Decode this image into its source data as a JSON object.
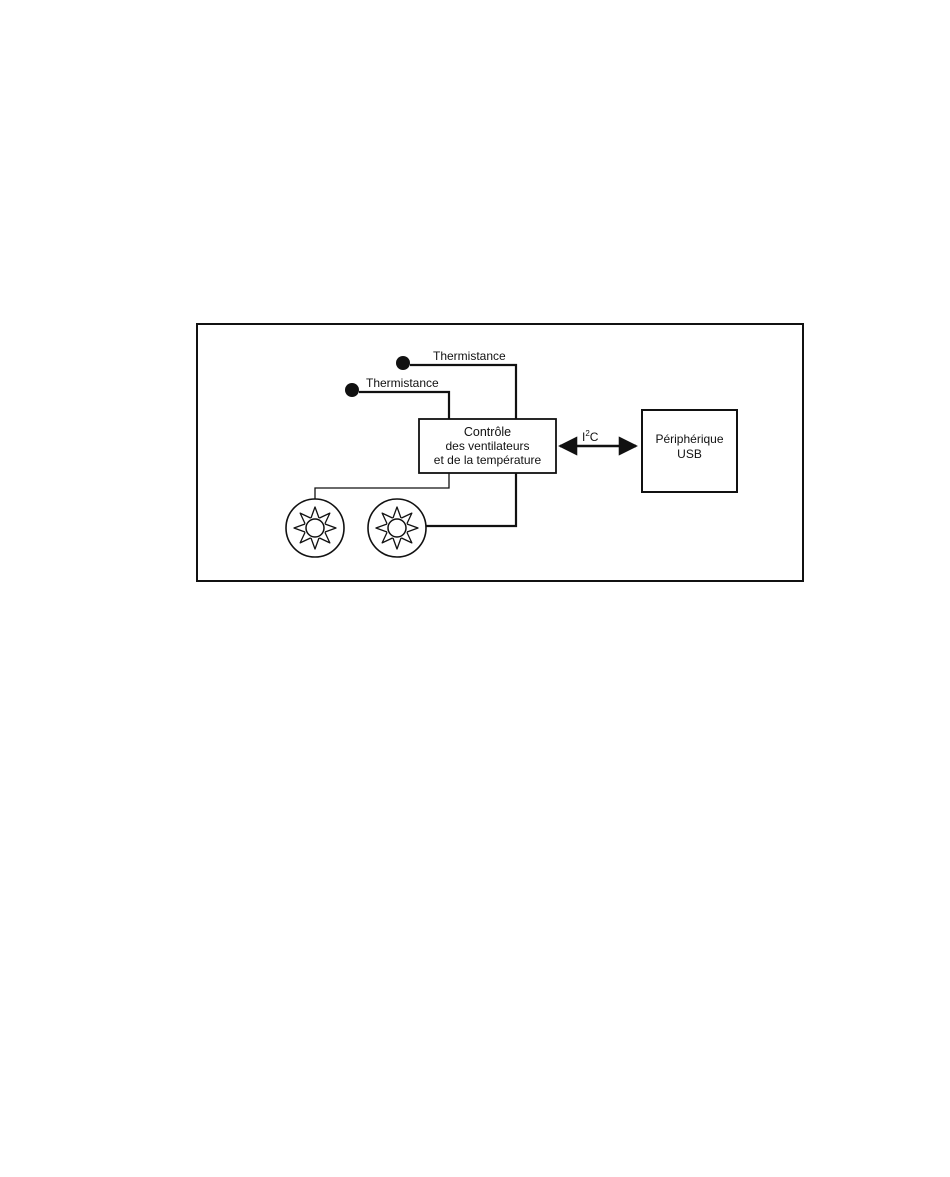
{
  "diagram": {
    "thermistor_top_label": "Thermistance",
    "thermistor_left_label": "Thermistance",
    "controller": {
      "line1": "Contrôle",
      "line2": "des ventilateurs",
      "line3": "et de la température"
    },
    "bus": {
      "label_main": "I",
      "label_sup": "2",
      "label_end": "C"
    },
    "device": {
      "line1": "Périphérique",
      "line2": "USB"
    },
    "fans": [
      "fan-icon",
      "fan-icon"
    ],
    "colors": {
      "ink": "#111111",
      "background": "#ffffff"
    }
  }
}
